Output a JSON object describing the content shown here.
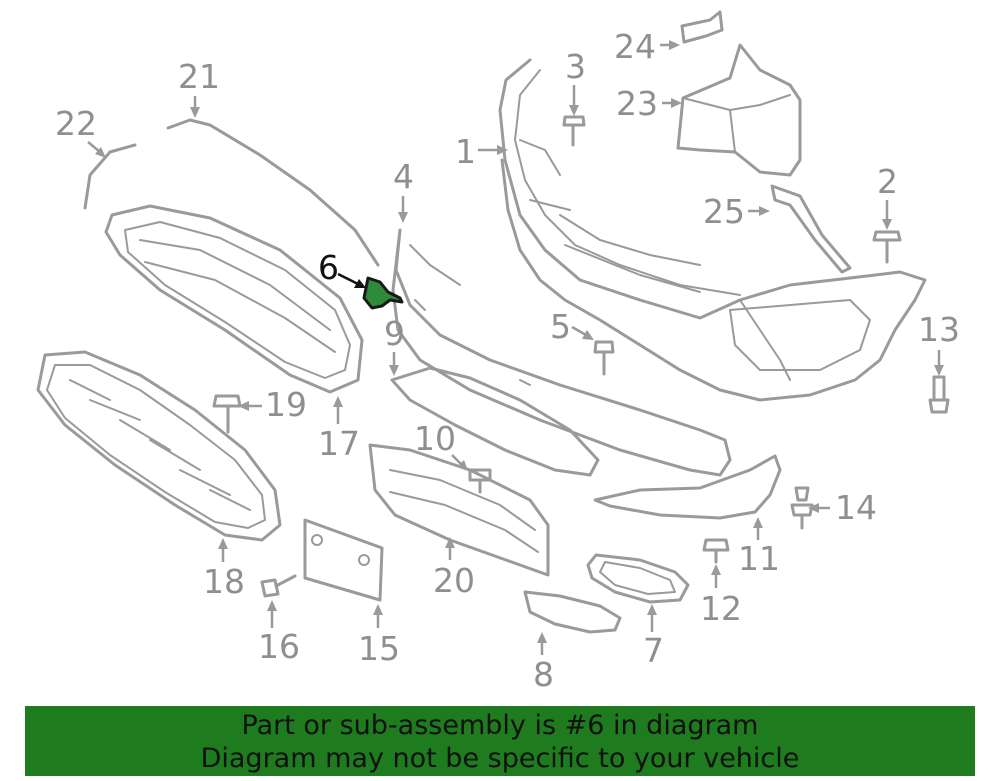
{
  "diagram": {
    "highlighted_part": "6",
    "callouts": [
      "1",
      "2",
      "3",
      "4",
      "5",
      "6",
      "7",
      "8",
      "9",
      "10",
      "11",
      "12",
      "13",
      "14",
      "15",
      "16",
      "17",
      "18",
      "19",
      "20",
      "21",
      "22",
      "23",
      "24",
      "25"
    ]
  },
  "banner": {
    "line1": "Part or sub-assembly is #6 in diagram",
    "line2": "Diagram may not be specific to your vehicle",
    "color": "#1e7b1e"
  },
  "colors": {
    "line_art": "#9a9a9a",
    "highlight": "#2e8b3a"
  }
}
